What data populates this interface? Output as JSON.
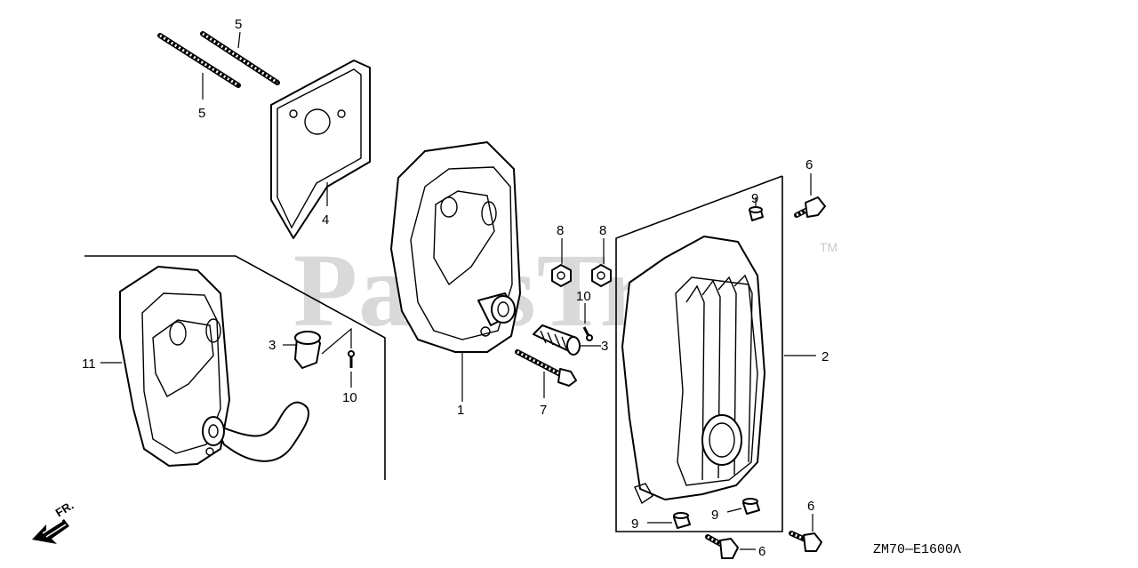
{
  "watermark": {
    "text": "PartsTree",
    "trademark": "TM"
  },
  "drawing_code": "ZM70—E1600Λ",
  "front_indicator": "FR.",
  "callouts": {
    "c1": "1",
    "c2": "2",
    "c3a": "3",
    "c3b": "3",
    "c4": "4",
    "c5a": "5",
    "c5b": "5",
    "c6a": "6",
    "c6b": "6",
    "c6c": "6",
    "c7": "7",
    "c8a": "8",
    "c8b": "8",
    "c9a": "9",
    "c9b": "9",
    "c9c": "9",
    "c10a": "10",
    "c10b": "10",
    "c11": "11"
  }
}
